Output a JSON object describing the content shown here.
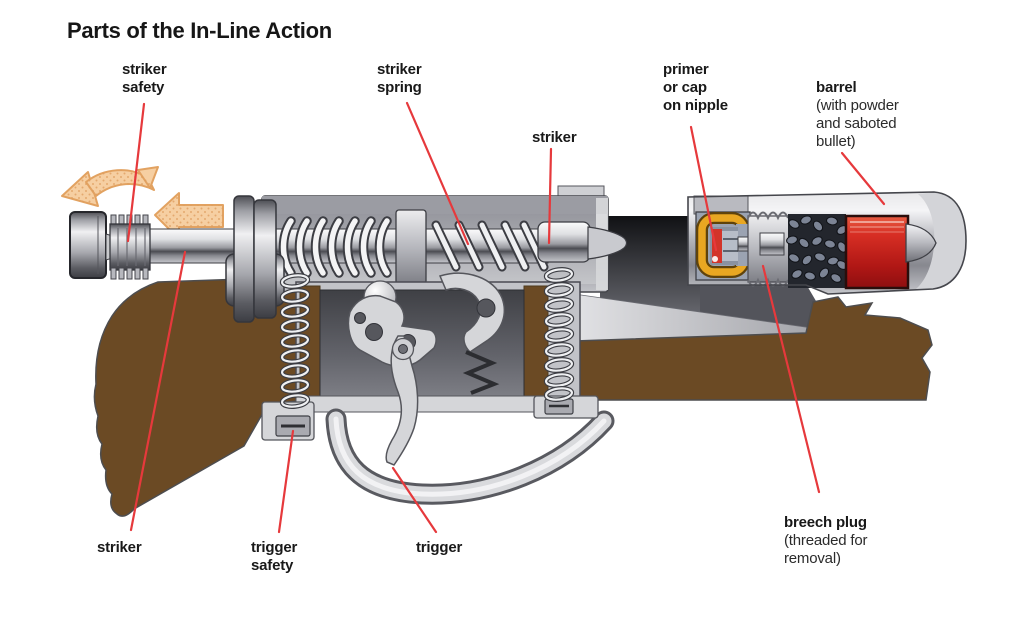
{
  "title": "Parts of the In-Line Action",
  "labels": {
    "striker_safety": "striker\nsafety",
    "striker_spring": "striker\nspring",
    "striker_upper": "striker",
    "primer": "primer\nor cap\non nipple",
    "barrel_name": "barrel",
    "barrel_desc": "(with powder\nand saboted\nbullet)",
    "breech_plug_name": "breech plug",
    "breech_plug_desc": "(threaded for\nremoval)",
    "striker_lower": "striker",
    "trigger_safety": "trigger\nsafety",
    "trigger": "trigger"
  },
  "colors": {
    "leader_line": "#e6393c",
    "stock_brown": "#6b4a24",
    "metal_gray": "#c6c7cc",
    "metal_dark": "#45464c",
    "arrow_tan": "#f6cfa2",
    "sabot_red": "#c9201f",
    "primer_orange": "#e9a722",
    "powder_dark": "#23262d"
  }
}
